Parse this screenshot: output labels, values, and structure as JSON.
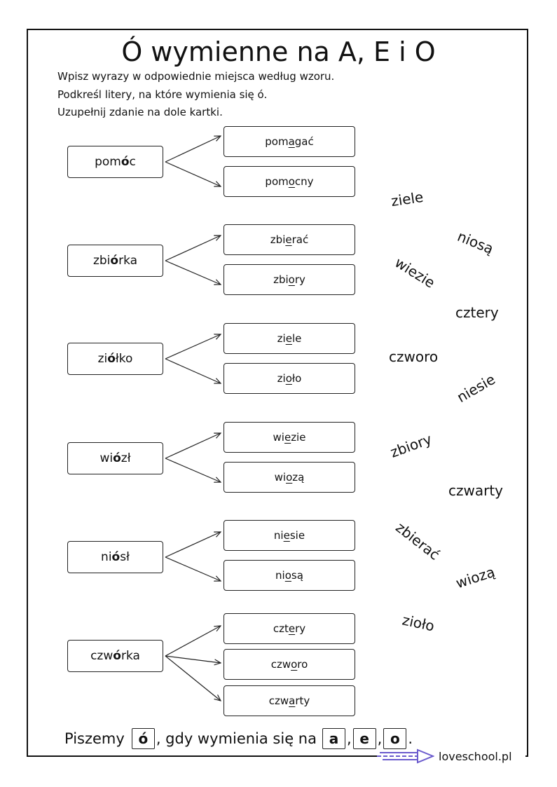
{
  "title": "Ó wymienne na A, E i O",
  "instructions": [
    "Wpisz wyrazy w odpowiednie miejsca według wzoru.",
    "Podkreśl litery, na które wymienia się ó.",
    "Uzupełnij zdanie na dole kartki."
  ],
  "groups": [
    {
      "source": {
        "pre": "pom",
        "mid": "ó",
        "post": "c"
      },
      "targets": [
        {
          "pre": "pom",
          "mid": "a",
          "post": "gać"
        },
        {
          "pre": "pom",
          "mid": "o",
          "post": "cny"
        }
      ]
    },
    {
      "source": {
        "pre": "zbi",
        "mid": "ó",
        "post": "rka"
      },
      "targets": [
        {
          "pre": "zbi",
          "mid": "e",
          "post": "rać"
        },
        {
          "pre": "zbi",
          "mid": "o",
          "post": "ry"
        }
      ]
    },
    {
      "source": {
        "pre": "zi",
        "mid": "ó",
        "post": "łko"
      },
      "targets": [
        {
          "pre": "zi",
          "mid": "e",
          "post": "le"
        },
        {
          "pre": "zi",
          "mid": "o",
          "post": "ło"
        }
      ]
    },
    {
      "source": {
        "pre": "wi",
        "mid": "ó",
        "post": "zł"
      },
      "targets": [
        {
          "pre": "wi",
          "mid": "e",
          "post": "zie"
        },
        {
          "pre": "wi",
          "mid": "o",
          "post": "zą"
        }
      ]
    },
    {
      "source": {
        "pre": "ni",
        "mid": "ó",
        "post": "sł"
      },
      "targets": [
        {
          "pre": "ni",
          "mid": "e",
          "post": "sie"
        },
        {
          "pre": "ni",
          "mid": "o",
          "post": "są"
        }
      ]
    },
    {
      "source": {
        "pre": "czw",
        "mid": "ó",
        "post": "rka"
      },
      "targets": [
        {
          "pre": "czt",
          "mid": "e",
          "post": "ry"
        },
        {
          "pre": "czw",
          "mid": "o",
          "post": "ro"
        },
        {
          "pre": "czw",
          "mid": "a",
          "post": "rty"
        }
      ]
    }
  ],
  "scattered_words": [
    "ziele",
    "niosą",
    "wiezie",
    "cztery",
    "czworo",
    "niesie",
    "zbiory",
    "czwarty",
    "zbierać",
    "wiozą",
    "zioło"
  ],
  "bottom": {
    "prefix": "Piszemy",
    "answer": "ó",
    "middle": ", gdy wymienia się na",
    "letters": [
      "a",
      "e",
      "o"
    ],
    "sep": ",",
    "end": "."
  },
  "logo": {
    "text": "loveschool.pl",
    "icon": "arrow-lines-icon",
    "color": "#6a5acd"
  }
}
